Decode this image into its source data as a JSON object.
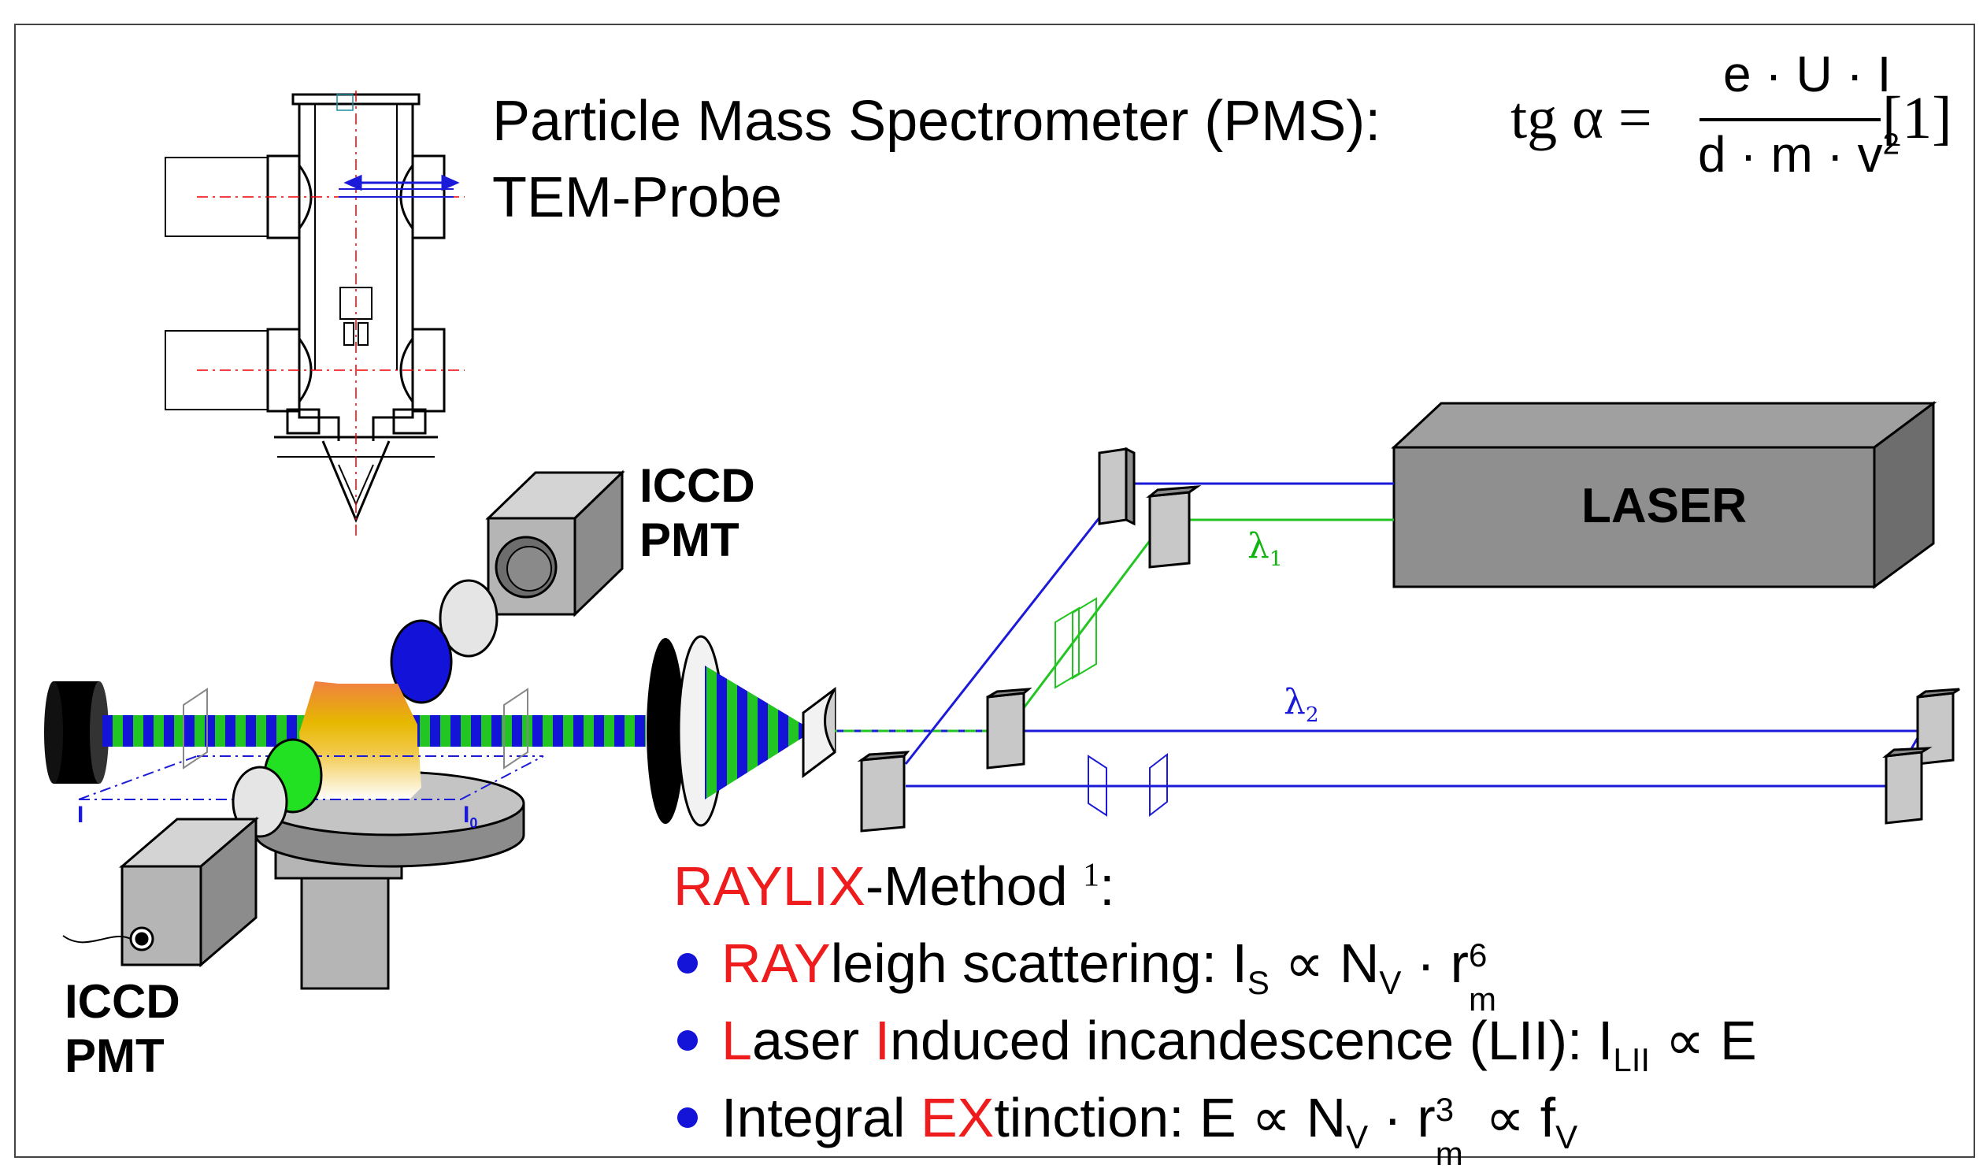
{
  "pms": {
    "title_line1": "Particle Mass Spectrometer (PMS):",
    "title_line2": "TEM-Probe"
  },
  "formula": {
    "lhs": "tg α =",
    "numerator": "e · U · I",
    "denominator_base": "d · m · v",
    "denominator_exp": "2",
    "ref": "[1]"
  },
  "detector_top": {
    "line1": "ICCD",
    "line2": "PMT"
  },
  "detector_bottom": {
    "line1": "ICCD",
    "line2": "PMT"
  },
  "laser": {
    "label": "LASER"
  },
  "beams": {
    "lambda1": {
      "symbol": "λ",
      "sub": "1",
      "color": "#11b311"
    },
    "lambda2": {
      "symbol": "λ",
      "sub": "2",
      "color": "#1a1ad8"
    }
  },
  "intensity_labels": {
    "i": "I",
    "i0": "I",
    "i0_sub": "0"
  },
  "raylix": {
    "heading_red": "RAYLIX",
    "heading_rest": "-Method ",
    "heading_sup": "1",
    "heading_colon": ":",
    "items": [
      {
        "red": "RAY",
        "rest": "leigh scattering: I",
        "formula_sub": "S",
        "formula_rest": " ∝ N",
        "sub2": "V",
        "rest2": " · r",
        "sub3": "m",
        "sup3": "6"
      },
      {
        "red1": "L",
        "mid": "aser ",
        "red2": "I",
        "rest": "nduced incandescence (LII): I",
        "sub": "LII",
        "tail": " ∝ E"
      },
      {
        "pre": "Integral ",
        "red": "EX",
        "rest": "tinction: E ∝ N",
        "sub1": "V",
        "mid": " · r",
        "sub2": "m",
        "sup2": "3",
        "tail": " ∝ f",
        "sub3": "V"
      }
    ]
  },
  "colors": {
    "red": "#ee1c1c",
    "blue": "#1a1ad8",
    "green": "#11b311",
    "gray": "#b8b8b8"
  }
}
